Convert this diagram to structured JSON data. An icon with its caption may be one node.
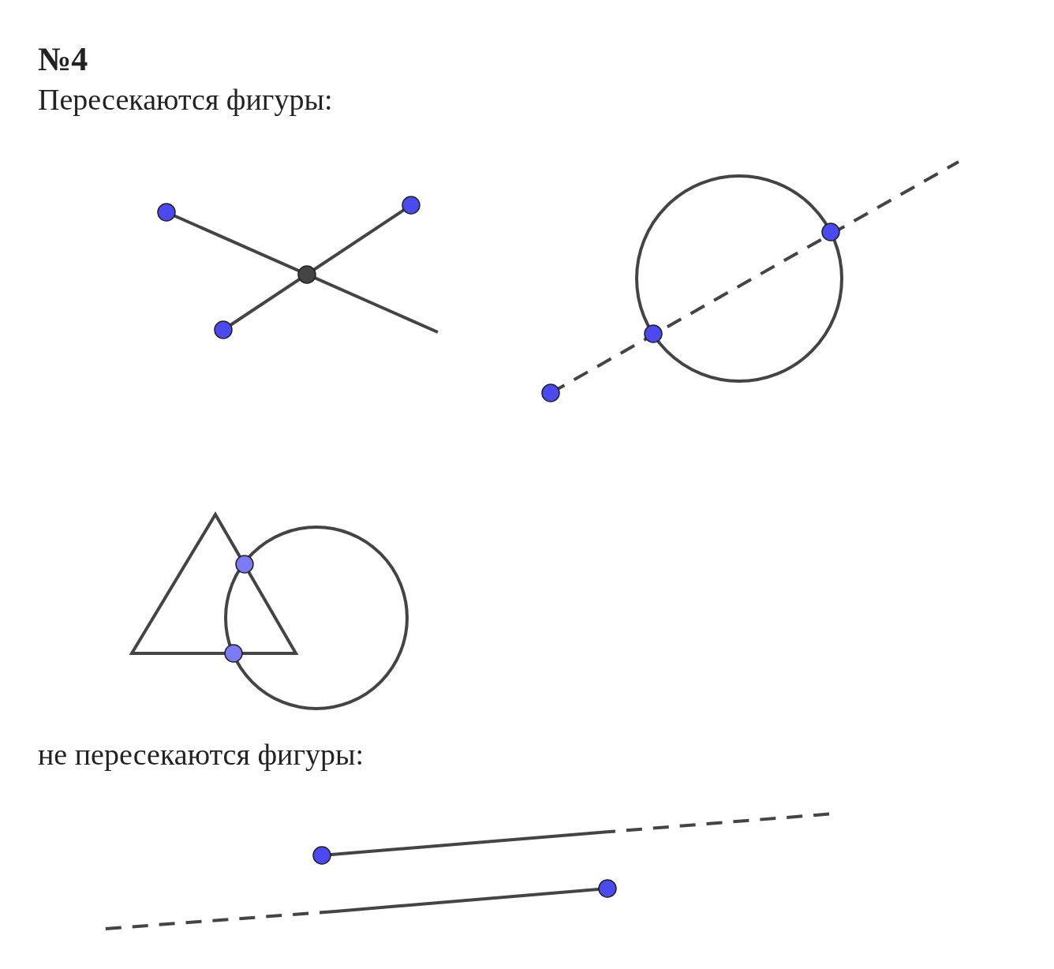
{
  "diagram": {
    "title": "№4",
    "labels": [
      "Пересекаются фигуры:",
      "не пересекаются фигуры:"
    ]
  }
}
